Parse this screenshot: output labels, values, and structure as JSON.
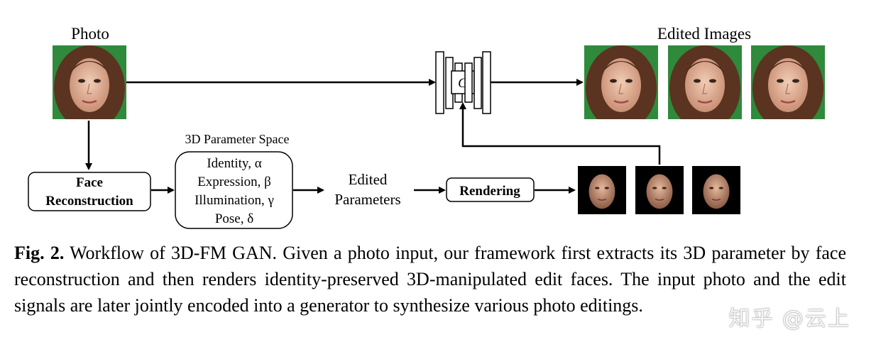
{
  "figure": {
    "photo_label": "Photo",
    "edited_images_label": "Edited Images",
    "param_space_label": "3D Parameter Space",
    "face_reconstruction": [
      "Face",
      "Reconstruction"
    ],
    "params": [
      "Identity, α",
      "Expression, β",
      "Illumination, γ",
      "Pose, δ"
    ],
    "edited_parameters": [
      "Edited",
      "Parameters"
    ],
    "rendering_label": "Rendering",
    "generator_label": "G"
  },
  "caption": {
    "fig_label": "Fig. 2.",
    "text": "Workflow of 3D-FM GAN. Given a photo input, our framework first extracts its 3D parameter by face reconstruction and then renders identity-preserved 3D-manipulated edit faces. The input photo and the edit signals are later jointly encoded into a generator to synthesize various photo editings."
  },
  "watermark": "知乎 @云上",
  "colors": {
    "green_bg": "#2f8a3c",
    "skin": "#e0b198",
    "hair": "#5a3420",
    "render_bg": "#000000"
  }
}
